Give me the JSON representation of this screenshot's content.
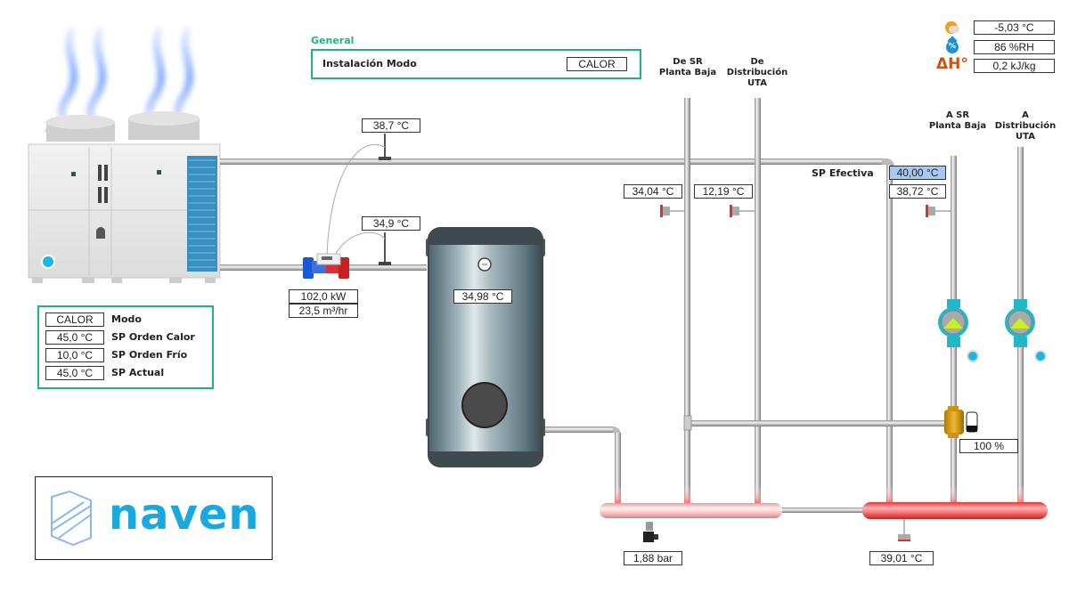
{
  "general": {
    "title": "General",
    "install_mode_label": "Instalación Modo",
    "install_mode_value": "CALOR"
  },
  "weather": {
    "outdoor_temp": "-5,03 °C",
    "humidity": "86 %RH",
    "enthalpy": "0,2 kJ/kg",
    "enthalpy_icon_text": "ΔH°",
    "humidity_icon_text": "%"
  },
  "heat_pump": {
    "rows": [
      {
        "value": "CALOR",
        "label": "Modo"
      },
      {
        "value": "45,0 °C",
        "label": "SP Orden Calor"
      },
      {
        "value": "10,0 °C",
        "label": "SP Orden Frío"
      },
      {
        "value": "45,0 °C",
        "label": "SP Actual"
      }
    ]
  },
  "energy_meter": {
    "supply_temp": "38,7 °C",
    "return_temp": "34,9 °C",
    "power": "102,0 kW",
    "flow": "23,5 m³/hr"
  },
  "tank": {
    "temp": "34,98 °C"
  },
  "columns": {
    "de_sr": "De SR\nPlanta Baja",
    "de_dist": "De\nDistribución\nUTA",
    "a_sr": "A SR\nPlanta Baja",
    "a_dist": "A\nDistribución\nUTA"
  },
  "sensors": {
    "de_sr_temp": "34,04 °C",
    "de_dist_temp": "12,19 °C",
    "sp_efectiva_label": "SP Efectiva",
    "sp_efectiva_value": "40,00 °C",
    "a_sr_temp": "38,72 °C",
    "valve_position": "100 %",
    "pressure": "1,88 bar",
    "collector_temp": "39,01 °C"
  },
  "logo": {
    "text": "naven"
  },
  "colors": {
    "accent_green": "#1db485",
    "highlight_blue": "#a8c8f0",
    "pump_cyan": "#20b8c8",
    "logo_blue": "#1aa8e0",
    "hot_red": "#e03030"
  }
}
